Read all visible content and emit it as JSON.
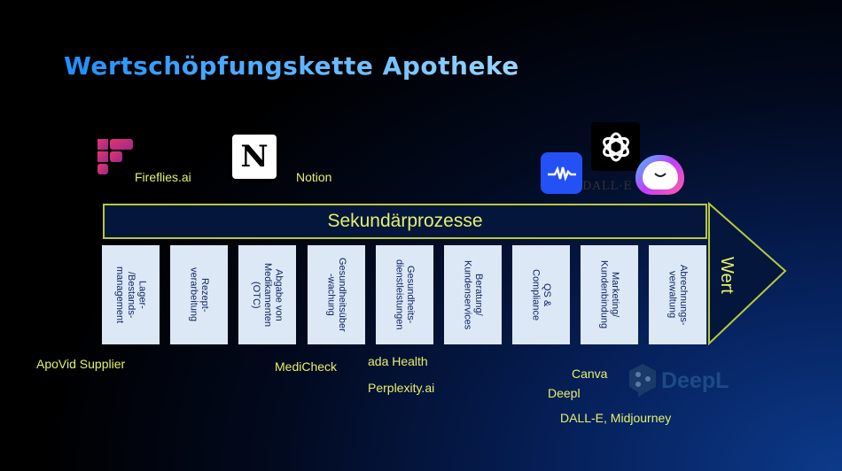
{
  "title": "Wertschöpfungskette Apotheke",
  "secondary": "Sekundärprozesse",
  "arrow_label": "Wert",
  "primary": [
    "Lager-\n/Bestands-\nmanagement",
    "Rezept-\nverarbeitung",
    "Abgabe von\nMedikamenten\n(OTC)",
    "Gesundheitsüber\n-wachung",
    "Gesundheits-\ndienstleistungen",
    "Beratung/\nKundenservices",
    "QS &\nCompliance",
    "Marketing/\nKundenbindung",
    "Abrechnungs-\nverwaltung"
  ],
  "tools": {
    "fireflies": "Fireflies.ai",
    "notion": "Notion",
    "dalle_logo": "DALL·E",
    "apovid": "ApoVid Supplier",
    "medicheck": "MediCheck",
    "ada": "ada Health",
    "perplexity": "Perplexity.ai",
    "canva": "Canva",
    "deepl": "Deepl",
    "dalle_mid": "DALL-E, Midjourney",
    "deepl_logo": "DeepL"
  }
}
